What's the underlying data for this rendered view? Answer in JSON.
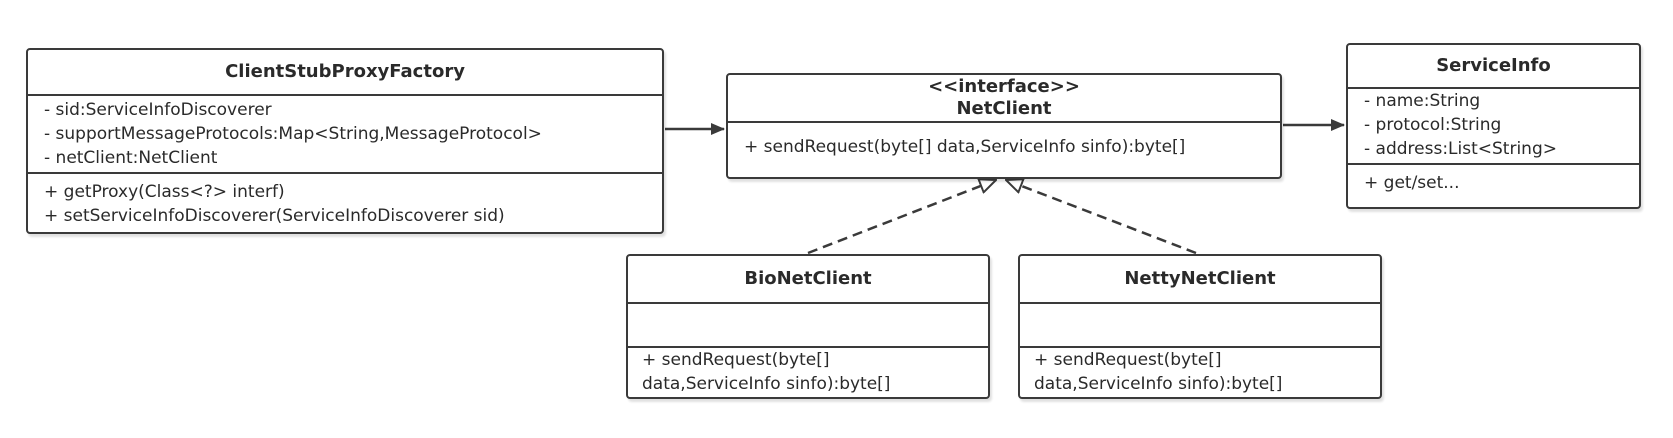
{
  "classes": {
    "factory": {
      "name": "ClientStubProxyFactory",
      "attributes": [
        "- sid:ServiceInfoDiscoverer",
        "- supportMessageProtocols:Map<String,MessageProtocol>",
        "- netClient:NetClient"
      ],
      "operations": [
        "+ getProxy(Class<?> interf)",
        "+ setServiceInfoDiscoverer(ServiceInfoDiscoverer sid)"
      ]
    },
    "netclient": {
      "stereotype": "<<interface>>",
      "name": "NetClient",
      "operations": [
        "+ sendRequest(byte[] data,ServiceInfo sinfo):byte[]"
      ]
    },
    "serviceinfo": {
      "name": "ServiceInfo",
      "attributes": [
        "- name:String",
        "- protocol:String",
        "- address:List<String>"
      ],
      "operations": [
        "+ get/set..."
      ]
    },
    "bionet": {
      "name": "BioNetClient",
      "operations": [
        "+ sendRequest(byte[] data,ServiceInfo sinfo):byte[]"
      ]
    },
    "nettynet": {
      "name": "NettyNetClient",
      "operations": [
        "+ sendRequest(byte[] data,ServiceInfo sinfo):byte[]"
      ]
    }
  },
  "colors": {
    "line": "#3a3a3a",
    "background": "#ffffff",
    "text": "#2a2a2a"
  }
}
